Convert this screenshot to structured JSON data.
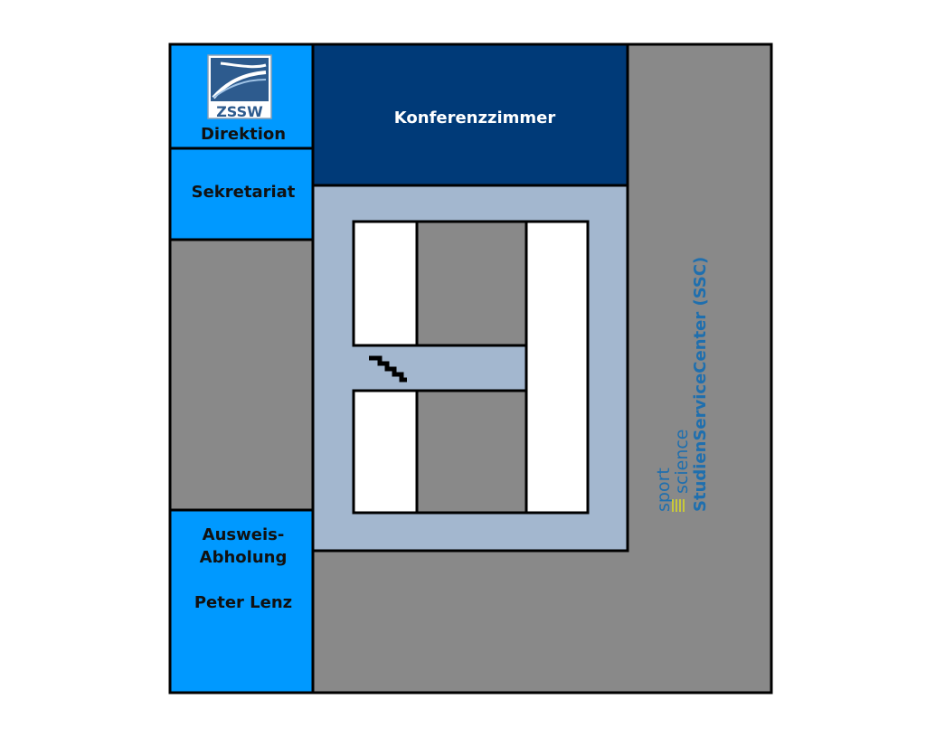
{
  "rooms": {
    "direktion": "Direktion",
    "sekretariat": "Sekretariat",
    "konferenzzimmer": "Konferenzzimmer",
    "ausweis_line1": "Ausweis-",
    "ausweis_line2": "Abholung",
    "ausweis_person": "Peter Lenz",
    "ssc": "StudienServiceCenter (SSC)"
  },
  "logos": {
    "zssw": "ZSSW",
    "sport": "sport",
    "science": "science"
  },
  "colors": {
    "room_blue": "#0099ff",
    "conference_navy": "#003a78",
    "corridor": "#a3b7cf",
    "gray": "#898989",
    "ssc_text": "#1f6fae",
    "logo_accent": "#c8c83a"
  }
}
